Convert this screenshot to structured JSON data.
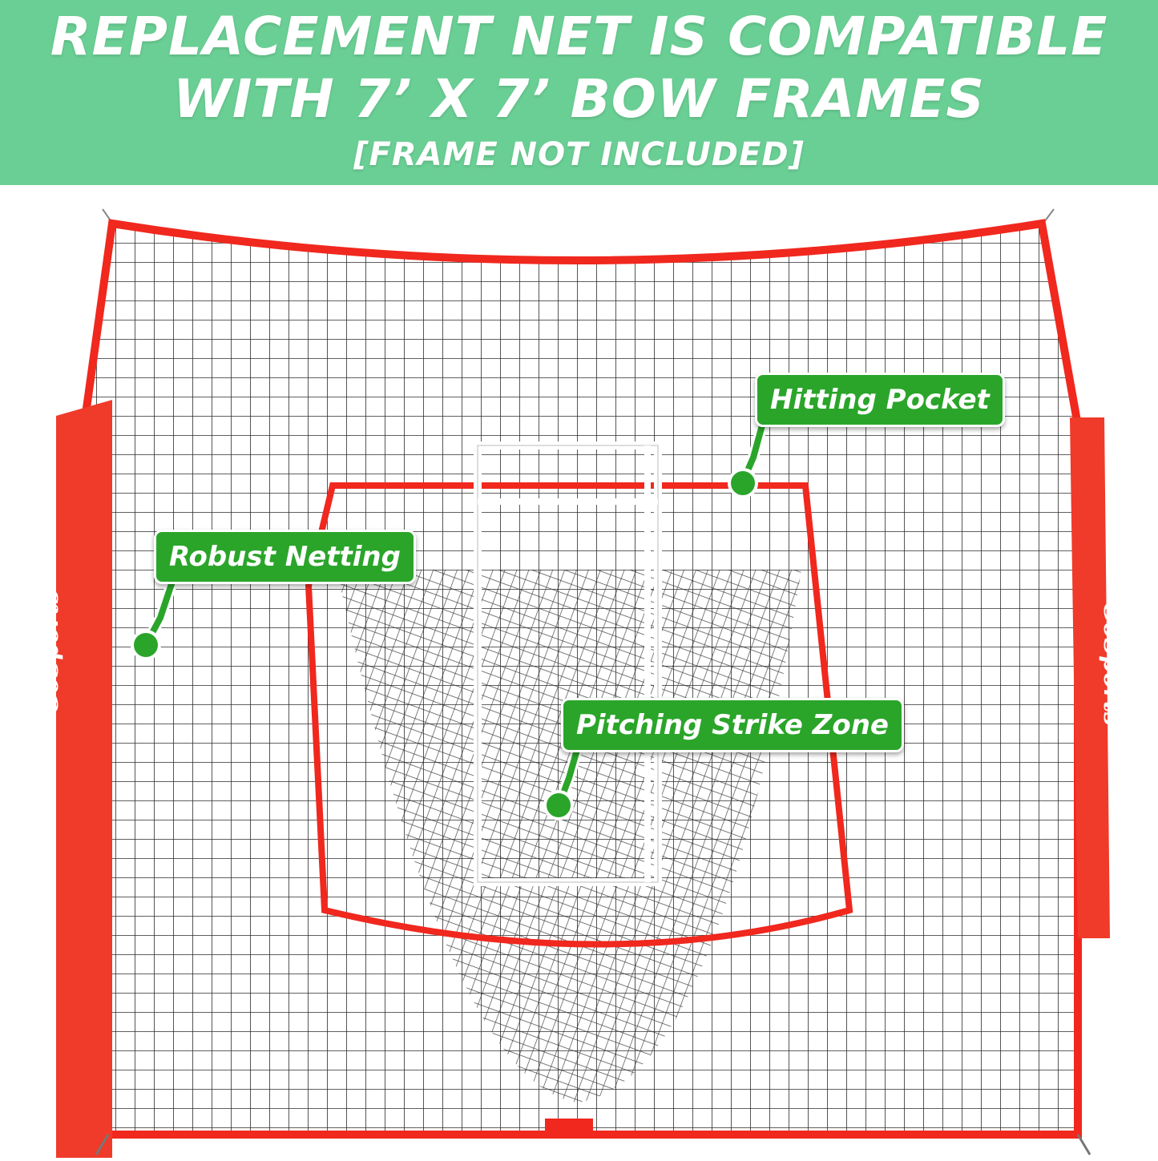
{
  "banner": {
    "line1": "REPLACEMENT NET IS COMPATIBLE",
    "line2": "WITH 7’ X 7’ BOW FRAMES",
    "line3": "[FRAME NOT INCLUDED]",
    "background": "#6acf94"
  },
  "callouts": {
    "hitting_pocket": "Hitting Pocket",
    "robust_netting": "Robust Netting",
    "strike_zone": "Pitching Strike Zone",
    "color": "#2aa52a"
  },
  "brand": {
    "left": "GoSports",
    "right": "GoSports"
  },
  "colors": {
    "net_border": "#f0281e",
    "sleeve": "#f03a2a",
    "mesh": "#2b2b2b"
  }
}
